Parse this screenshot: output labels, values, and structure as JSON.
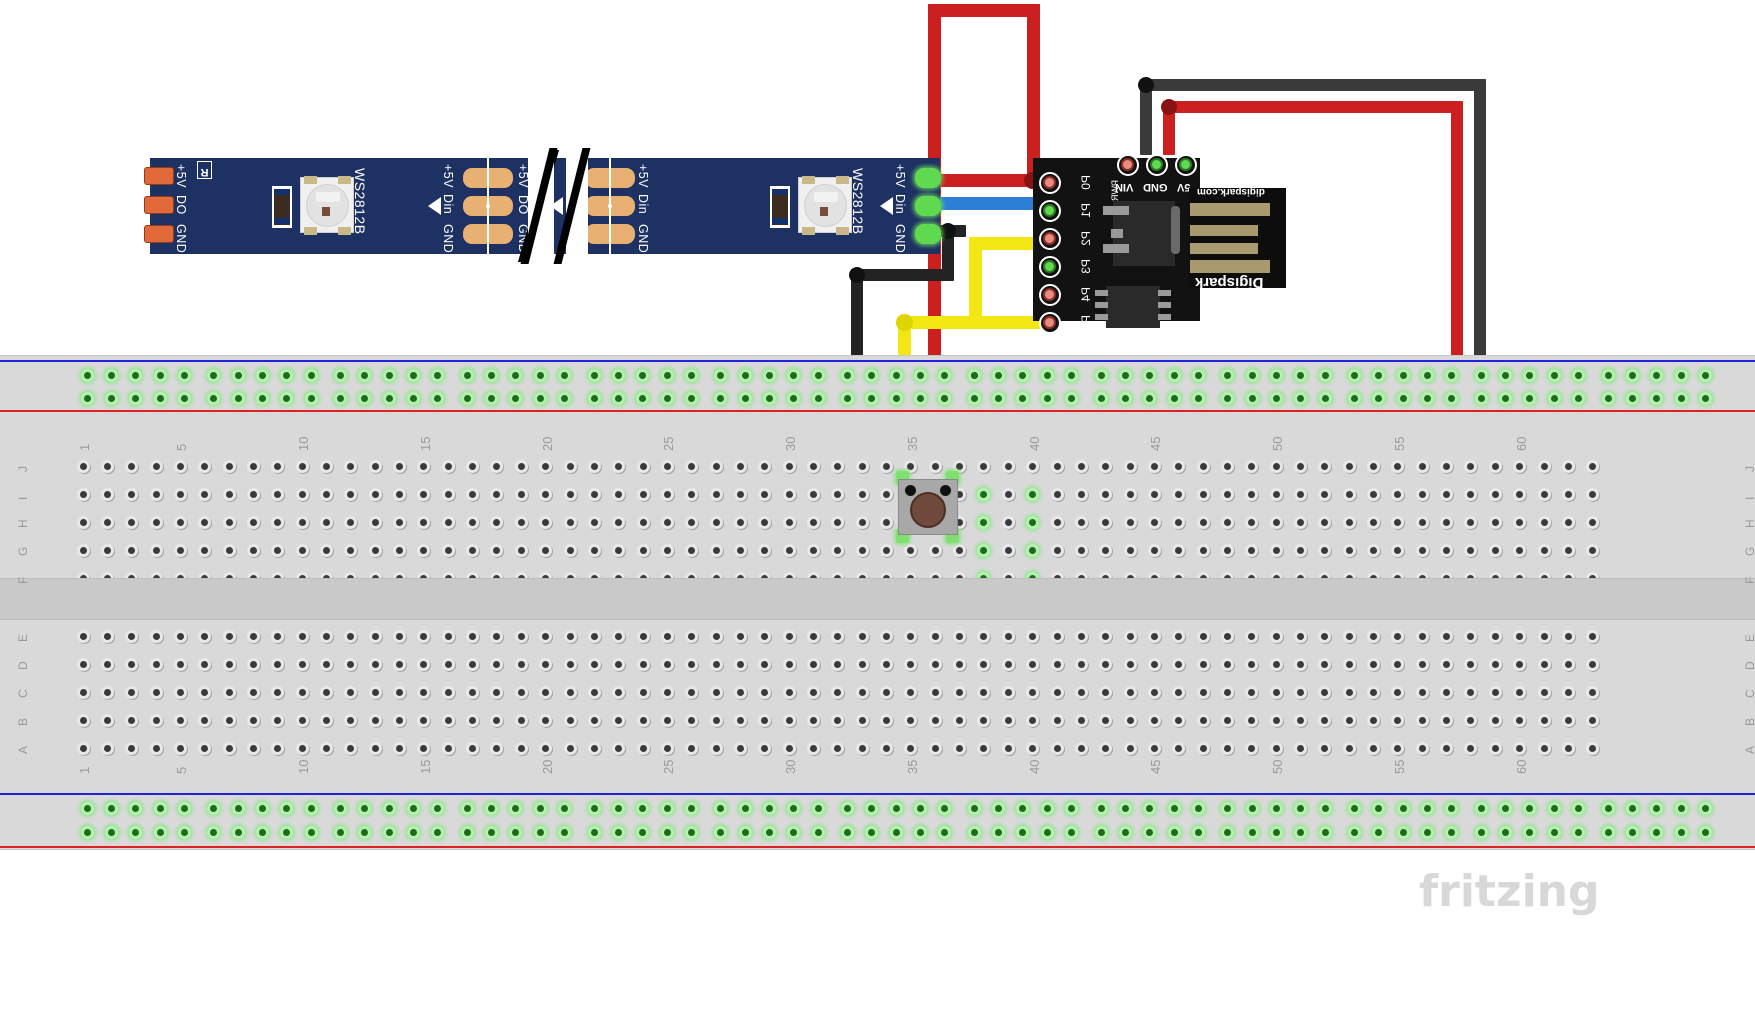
{
  "document": {
    "type": "fritzing-breadboard-diagram",
    "watermark": "fritzing"
  },
  "led_strip": {
    "chip_label": "WS2812B",
    "logo_text": "R",
    "segments": [
      {
        "end_pads": [
          "+5V",
          "DO",
          "GND"
        ],
        "left_labels": [
          "+5V",
          "DO",
          "GND"
        ],
        "right_labels": [
          "+5V",
          "Din",
          "GND"
        ]
      }
    ],
    "pad_groups": [
      {
        "labels_left": [
          "+5V",
          "Din",
          "GND"
        ],
        "labels_right": [
          "+5V",
          "DO",
          "GND"
        ]
      },
      {
        "labels_left": [
          "+5V",
          "Din",
          "GND"
        ],
        "labels_right": [
          "+5V",
          "DO",
          "GND"
        ]
      },
      {
        "labels_left": [
          "+5V",
          "Din",
          "GND"
        ]
      }
    ],
    "terminal_labels": [
      "+5V",
      "Din",
      "GND"
    ],
    "cut_mark": "//"
  },
  "digispark": {
    "brand_top": "digispark.com",
    "brand_bottom": "Digispark",
    "io_pins": [
      "P0",
      "P1",
      "P2",
      "P3",
      "P4",
      "P5"
    ],
    "power_header": [
      "PWR",
      "VIN",
      "GND",
      "5V"
    ],
    "connected_pins": [
      "P1",
      "P3",
      "GND",
      "5V"
    ]
  },
  "breadboard": {
    "column_numbers": [
      1,
      5,
      10,
      15,
      20,
      25,
      30,
      35,
      40,
      45,
      50,
      55,
      60
    ],
    "row_letters_upper": [
      "J",
      "I",
      "H",
      "G",
      "F"
    ],
    "row_letters_lower": [
      "E",
      "D",
      "C",
      "B",
      "A"
    ],
    "rail_polarity": {
      "negative": "blue",
      "positive": "red"
    },
    "colors": {
      "body": "#d9d9d9",
      "rail_blue": "#2222dd",
      "rail_red": "#dd2222",
      "hole": "#3a3a3a",
      "hole_connected": "#1f6b1c",
      "hole_highlight": "#b5f0b0"
    }
  },
  "pushbutton": {
    "name": "tactile-pushbutton",
    "cap_color": "#6f4a3c",
    "body_color": "#a8a8a8"
  },
  "wires": [
    {
      "name": "strip-5v-to-rail",
      "color": "#cc1f1f",
      "from": "LED strip +5V",
      "to": "breadboard + rail"
    },
    {
      "name": "strip-gnd-to-rail",
      "color": "#232323",
      "from": "LED strip GND",
      "to": "breadboard - rail"
    },
    {
      "name": "strip-din-to-p1",
      "color": "#2d7fd6",
      "from": "LED strip Din",
      "to": "Digispark P1"
    },
    {
      "name": "button-to-p3",
      "color": "#f2e712",
      "from": "Pushbutton leg",
      "to": "Digispark P3"
    },
    {
      "name": "button-to-rail",
      "color": "#232323",
      "from": "Pushbutton leg",
      "to": "breadboard - rail"
    },
    {
      "name": "digispark-gnd-to-rail",
      "color": "#232323",
      "from": "Digispark GND",
      "to": "breadboard - rail"
    },
    {
      "name": "digispark-5v-to-rail",
      "color": "#cc1f1f",
      "from": "Digispark 5V",
      "to": "breadboard + rail"
    }
  ],
  "colors": {
    "accent_red": "#cc1f1f",
    "accent_black": "#232323",
    "accent_yellow": "#f2e712",
    "accent_blue": "#2d7fd6",
    "pcb_blue": "#1e3163",
    "pcb_black": "#121212"
  }
}
